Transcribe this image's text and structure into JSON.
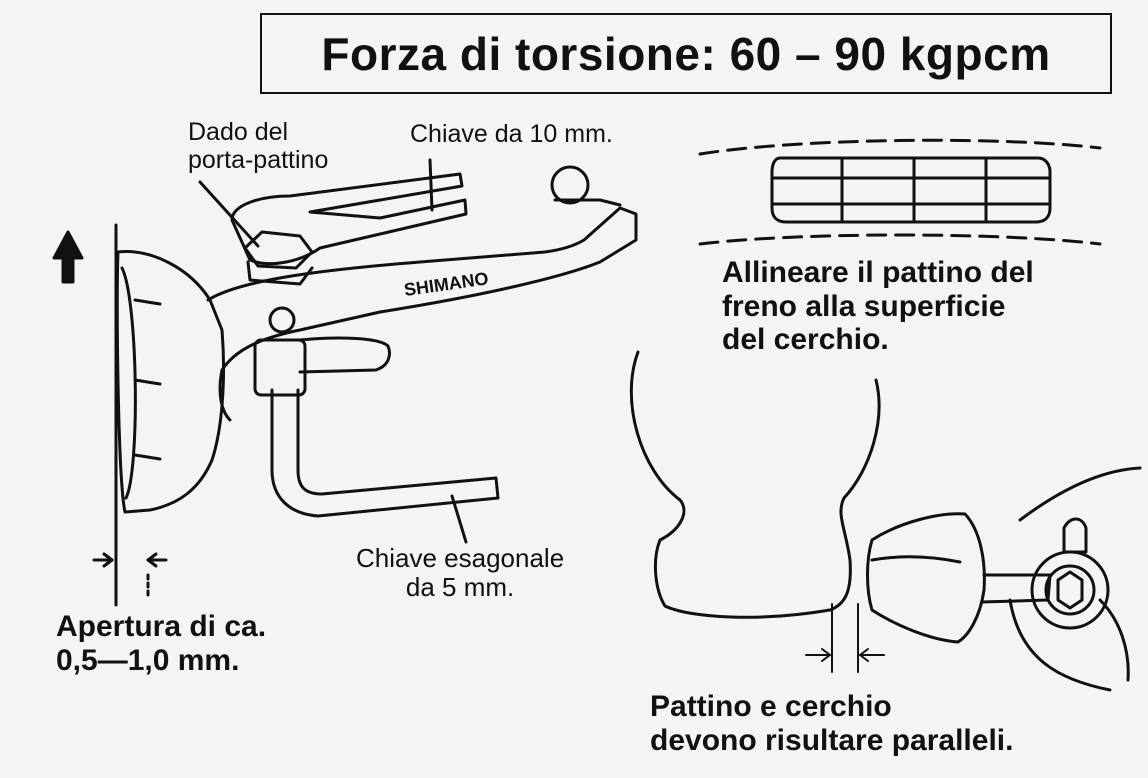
{
  "title": "Forza di torsione: 60 – 90 kgpcm",
  "labels": {
    "dado": "Dado del\nporta-pattino",
    "chiave10": "Chiave da 10 mm.",
    "brand": "SHIMANO",
    "allineare": "Allineare il pattino del\nfreno alla superficie\ndel cerchio.",
    "esagonale": "Chiave esagonale\nda 5 mm.",
    "apertura": "Apertura di ca.\n0,5—1,0 mm.",
    "paralleli": "Pattino e cerchio\ndevono risultare paralleli."
  },
  "colors": {
    "ink": "#111111",
    "paper": "#f4f4f2"
  }
}
